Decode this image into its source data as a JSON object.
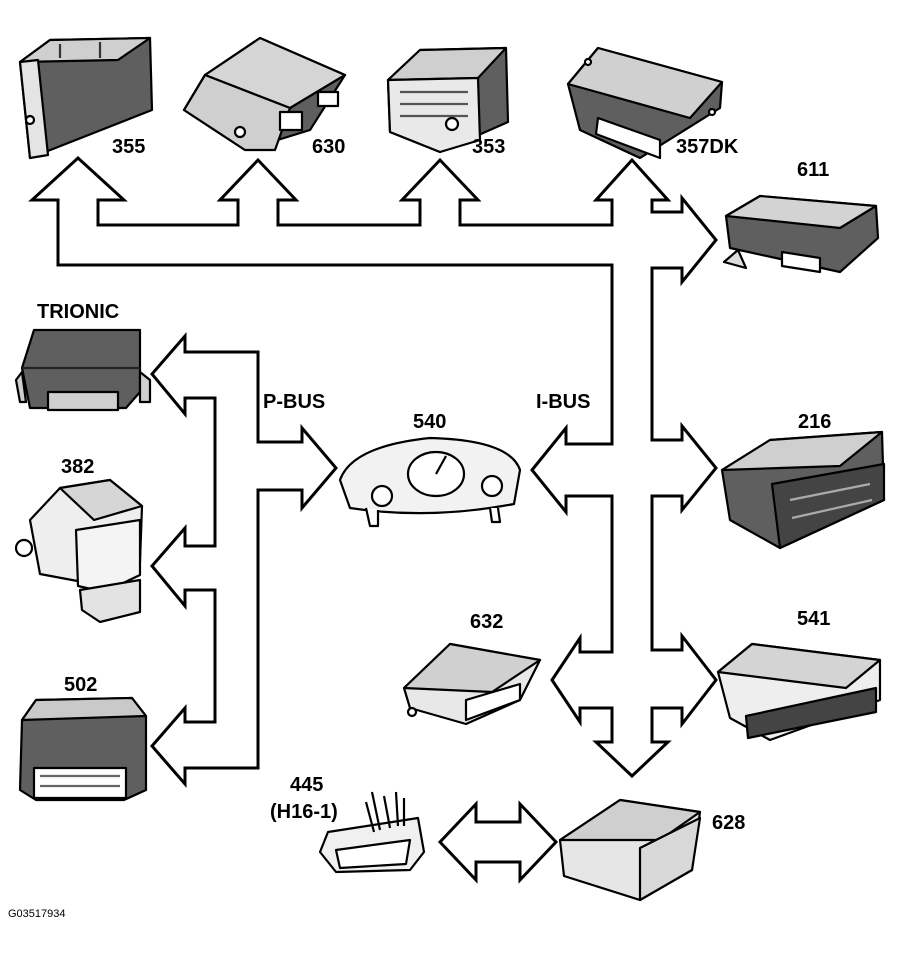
{
  "figure_ref": "G03517934",
  "buses": {
    "p_bus": "P-BUS",
    "i_bus": "I-BUS"
  },
  "units": {
    "u355": "355",
    "u630": "630",
    "u353": "353",
    "u357dk": "357DK",
    "u611": "611",
    "trionic": "TRIONIC",
    "u540": "540",
    "u382": "382",
    "u216": "216",
    "u632": "632",
    "u541": "541",
    "u502": "502",
    "u445": "445",
    "u445_sub": "(H16-1)",
    "u628": "628"
  },
  "colors": {
    "box_fill": "#5f5f5f",
    "box_top": "#d2d2d2",
    "light_fill": "#eeeeee",
    "stroke": "#000000"
  }
}
